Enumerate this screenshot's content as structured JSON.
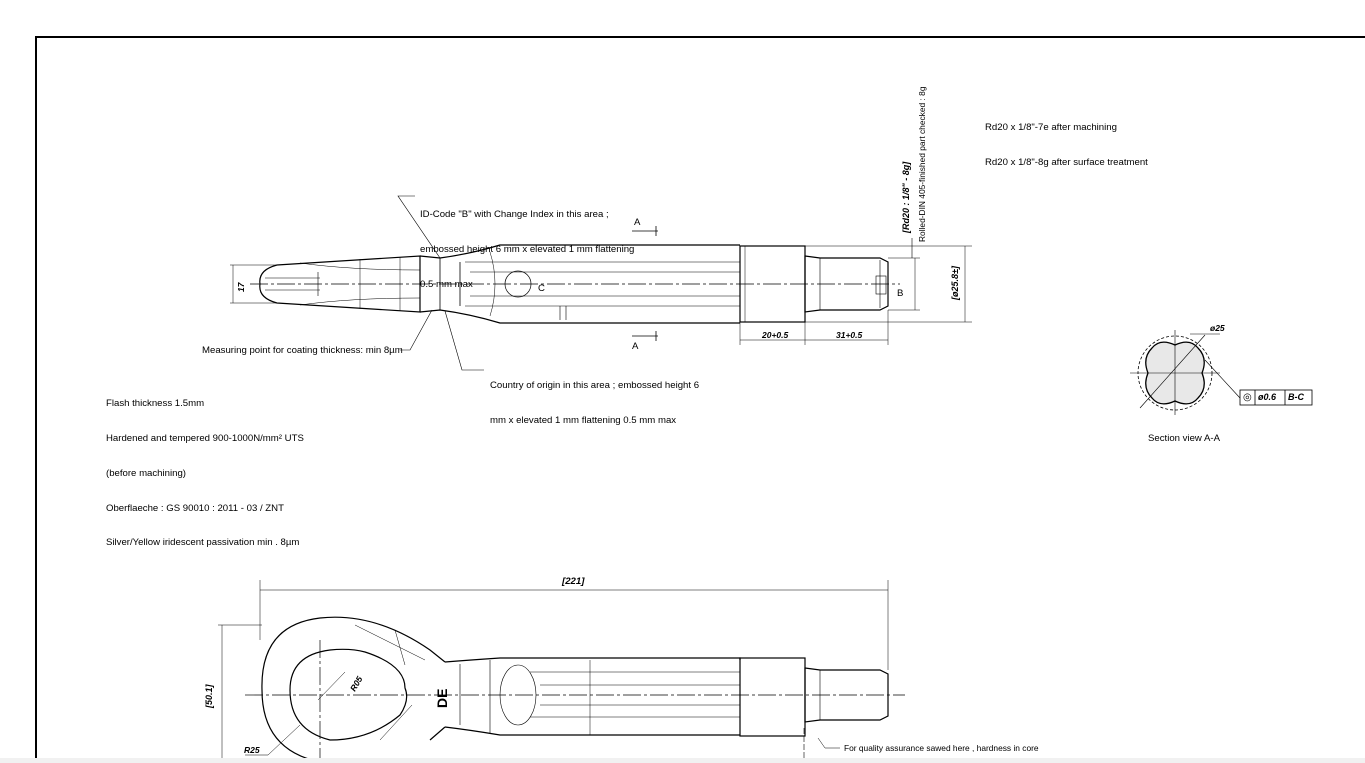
{
  "notes": {
    "thread_note": [
      "Rd20 x 1/8\"-7e after machining",
      "Rd20 x 1/8\"-8g after surface treatment"
    ],
    "id_code_note": [
      "ID-Code \"B\" with Change Index in this area ;",
      "embossed height 6 mm x elevated 1 mm flattening",
      "0.5 mm max"
    ],
    "rolled_din_note": "Rolled-DIN 405-finished part checked : 8g",
    "thread_dim": "[Rd20 : 1/8\" - 8g]",
    "measuring_point_note": "Measuring point for coating thickness: min 8µm",
    "country_origin_note": [
      "Country of origin in this area ; embossed height 6",
      "mm x elevated 1 mm flattening 0.5 mm max"
    ],
    "general_notes": [
      "Flash thickness 1.5mm",
      "Hardened and tempered 900-1000N/mm² UTS",
      "(before machining)",
      "Oberflaeche : GS 90010 : 2011 - 03 / ZNT",
      "Silver/Yellow iridescent passivation min . 8µm"
    ],
    "section_label": "Section view A-A",
    "quality_note": "For quality assurance sawed here , hardness in core"
  },
  "dimensions": {
    "section_a_top": "A",
    "section_a_bottom": "A",
    "datum_c": "C",
    "datum_b": "B",
    "diameter_25": "[ø25.8±]",
    "len_20": "20+0.5",
    "len_31": "31+0.5",
    "section_dia": "ø25",
    "tol_sym": "◎",
    "tol_value": "ø0.6",
    "tol_datum": "B-C",
    "overall_length": "[221]",
    "eye_height": "[50.1]",
    "radius_25": "R25",
    "radius_05": "R05",
    "head_dim": "17",
    "emboss_mark": "DE"
  }
}
